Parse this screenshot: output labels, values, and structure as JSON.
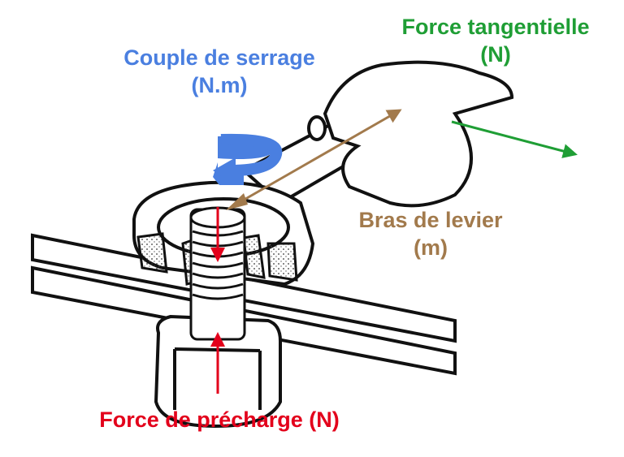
{
  "labels": {
    "torque": {
      "line1": "Couple de serrage",
      "line2": "(N.m)"
    },
    "tangential": {
      "line1": "Force tangentielle",
      "line2": "(N)"
    },
    "lever": {
      "line1": "Bras de levier",
      "line2": "(m)"
    },
    "preload": {
      "line1": "Force de précharge (N)"
    }
  },
  "colors": {
    "torque": "#4a7fe0",
    "tangential": "#1f9e35",
    "lever": "#a27a4c",
    "preload": "#e3001b"
  }
}
